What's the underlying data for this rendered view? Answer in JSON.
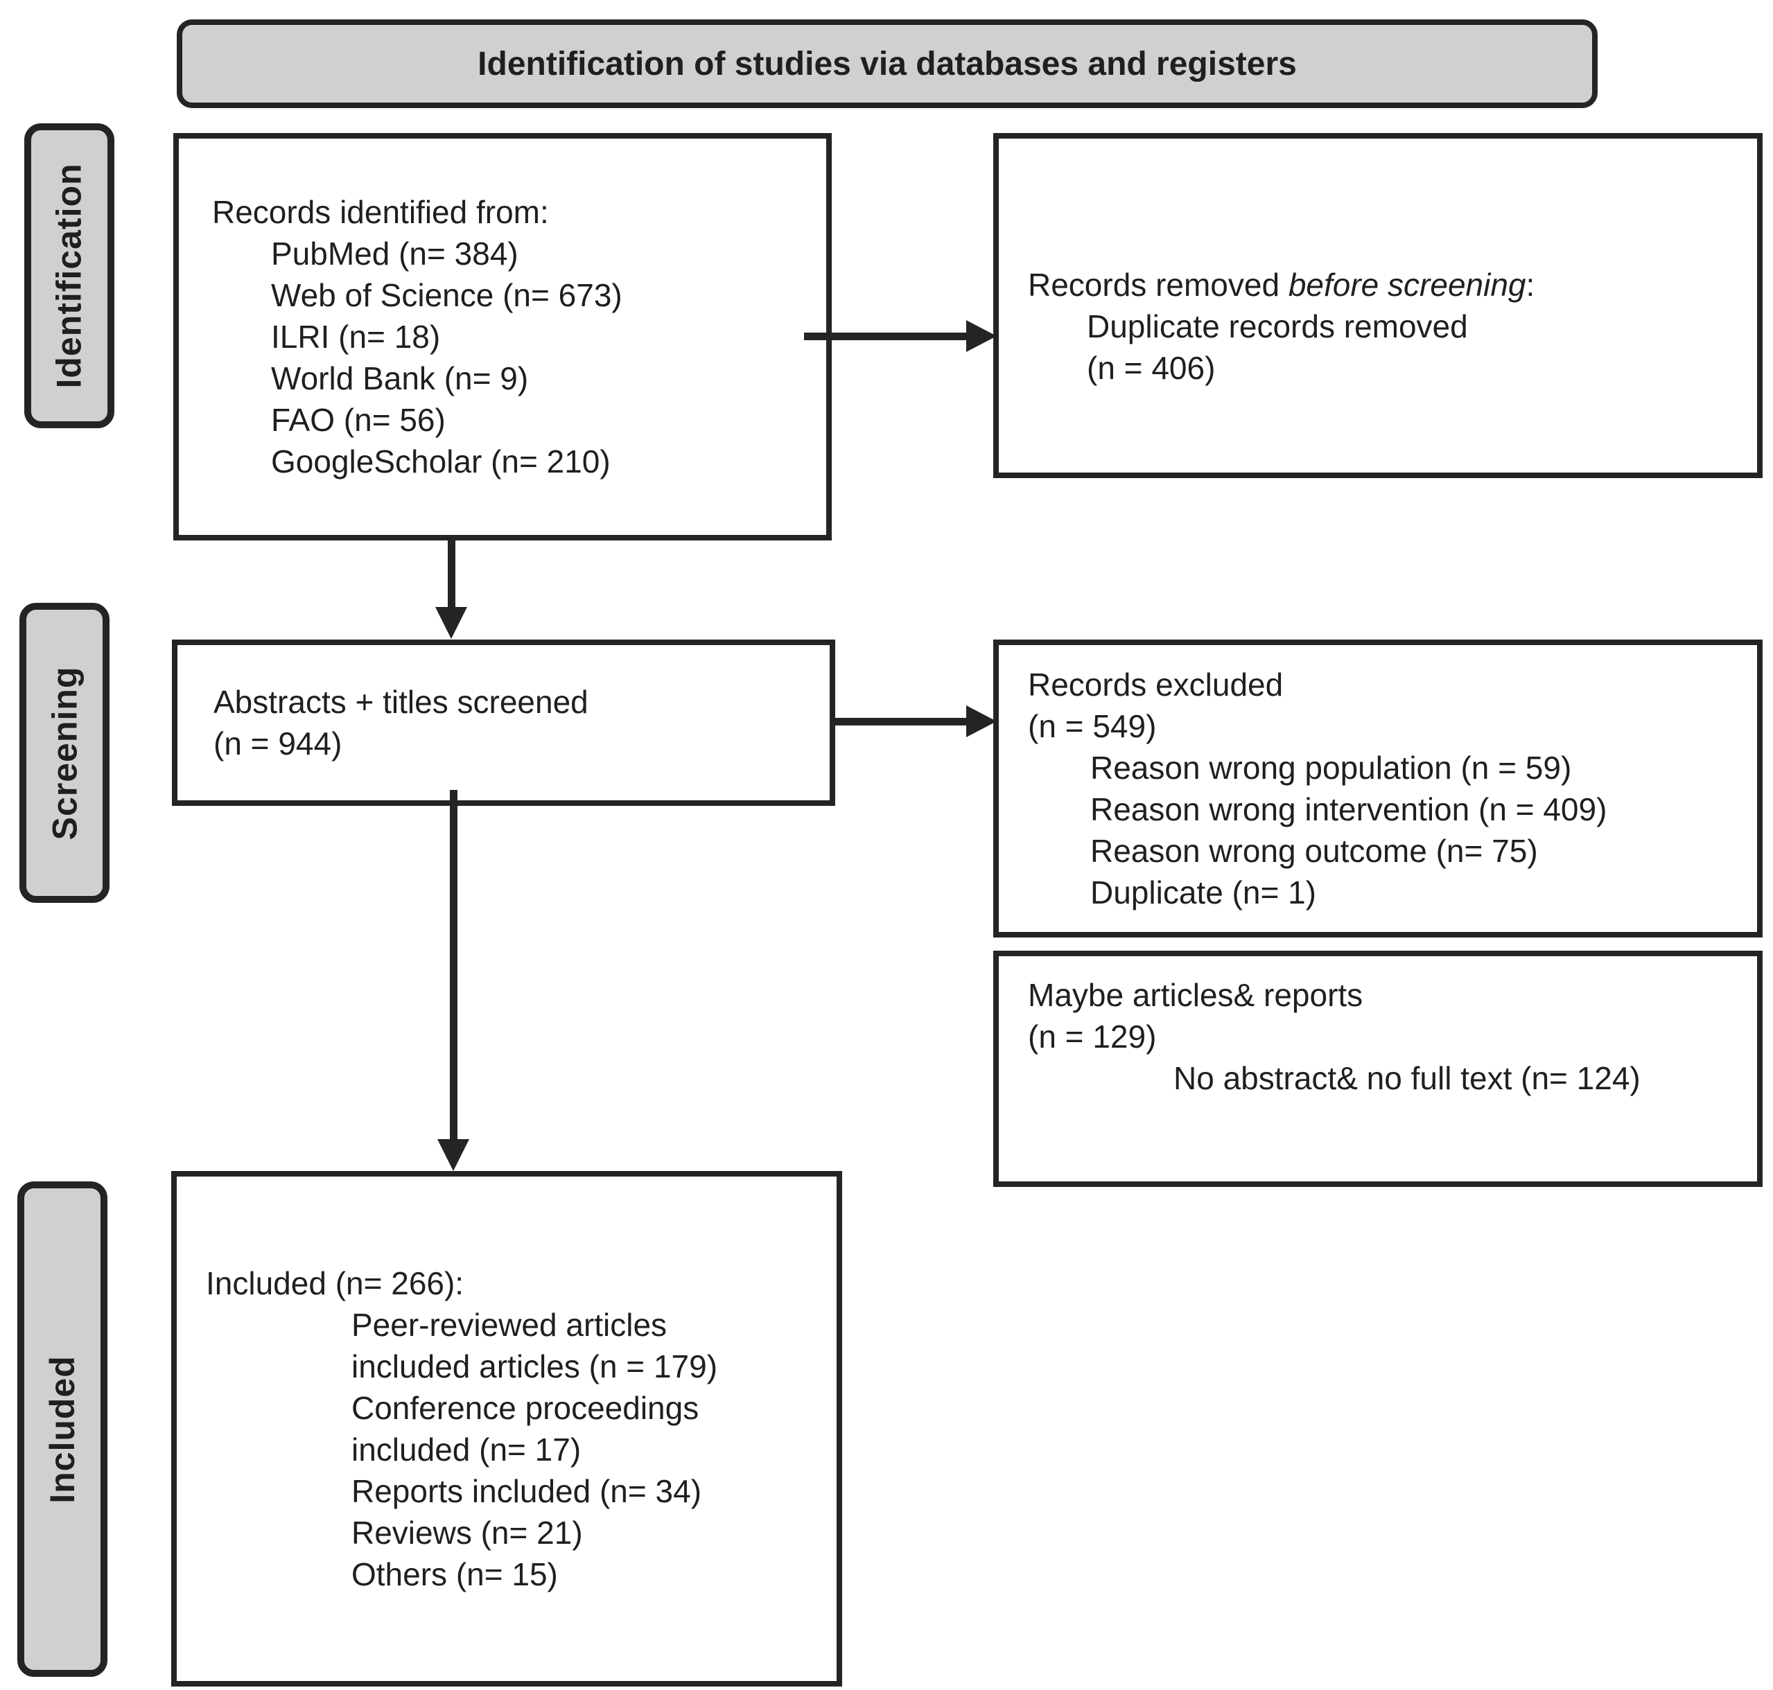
{
  "title": "Identification of studies via databases and registers",
  "stages": [
    {
      "label": "Identification"
    },
    {
      "label": "Screening"
    },
    {
      "label": "Included"
    }
  ],
  "boxes": {
    "records_identified": {
      "heading": "Records identified from:",
      "items": [
        "PubMed (n= 384)",
        "Web of Science (n= 673)",
        "ILRI (n= 18)",
        "World Bank (n= 9)",
        "FAO (n= 56)",
        "GoogleScholar (n= 210)"
      ]
    },
    "records_removed": {
      "heading_prefix": "Records removed ",
      "heading_italic": "before screening",
      "heading_suffix": ":",
      "items": [
        "Duplicate records removed",
        "(n = 406)"
      ]
    },
    "abstracts_screened": {
      "lines": [
        "Abstracts + titles screened",
        "(n = 944)"
      ]
    },
    "records_excluded": {
      "lines": [
        "Records excluded",
        "(n = 549)"
      ],
      "items": [
        "Reason wrong population (n = 59)",
        "Reason wrong intervention (n = 409)",
        "Reason wrong outcome (n= 75)",
        "Duplicate (n= 1)"
      ]
    },
    "maybe_articles": {
      "lines": [
        "Maybe articles& reports",
        "(n = 129)"
      ],
      "items": [
        "No abstract& no full text (n= 124)"
      ]
    },
    "included": {
      "heading": "Included (n= 266):",
      "items": [
        "Peer-reviewed articles",
        "included articles (n = 179)",
        "Conference proceedings",
        "included (n= 17)",
        "Reports included (n= 34)",
        "Reviews (n= 21)",
        "Others (n= 15)"
      ]
    }
  },
  "colors": {
    "band_fill": "#d0d0d0",
    "border_ink": "#242424",
    "text": "#1f1f1f",
    "box_fill": "#ffffff"
  }
}
